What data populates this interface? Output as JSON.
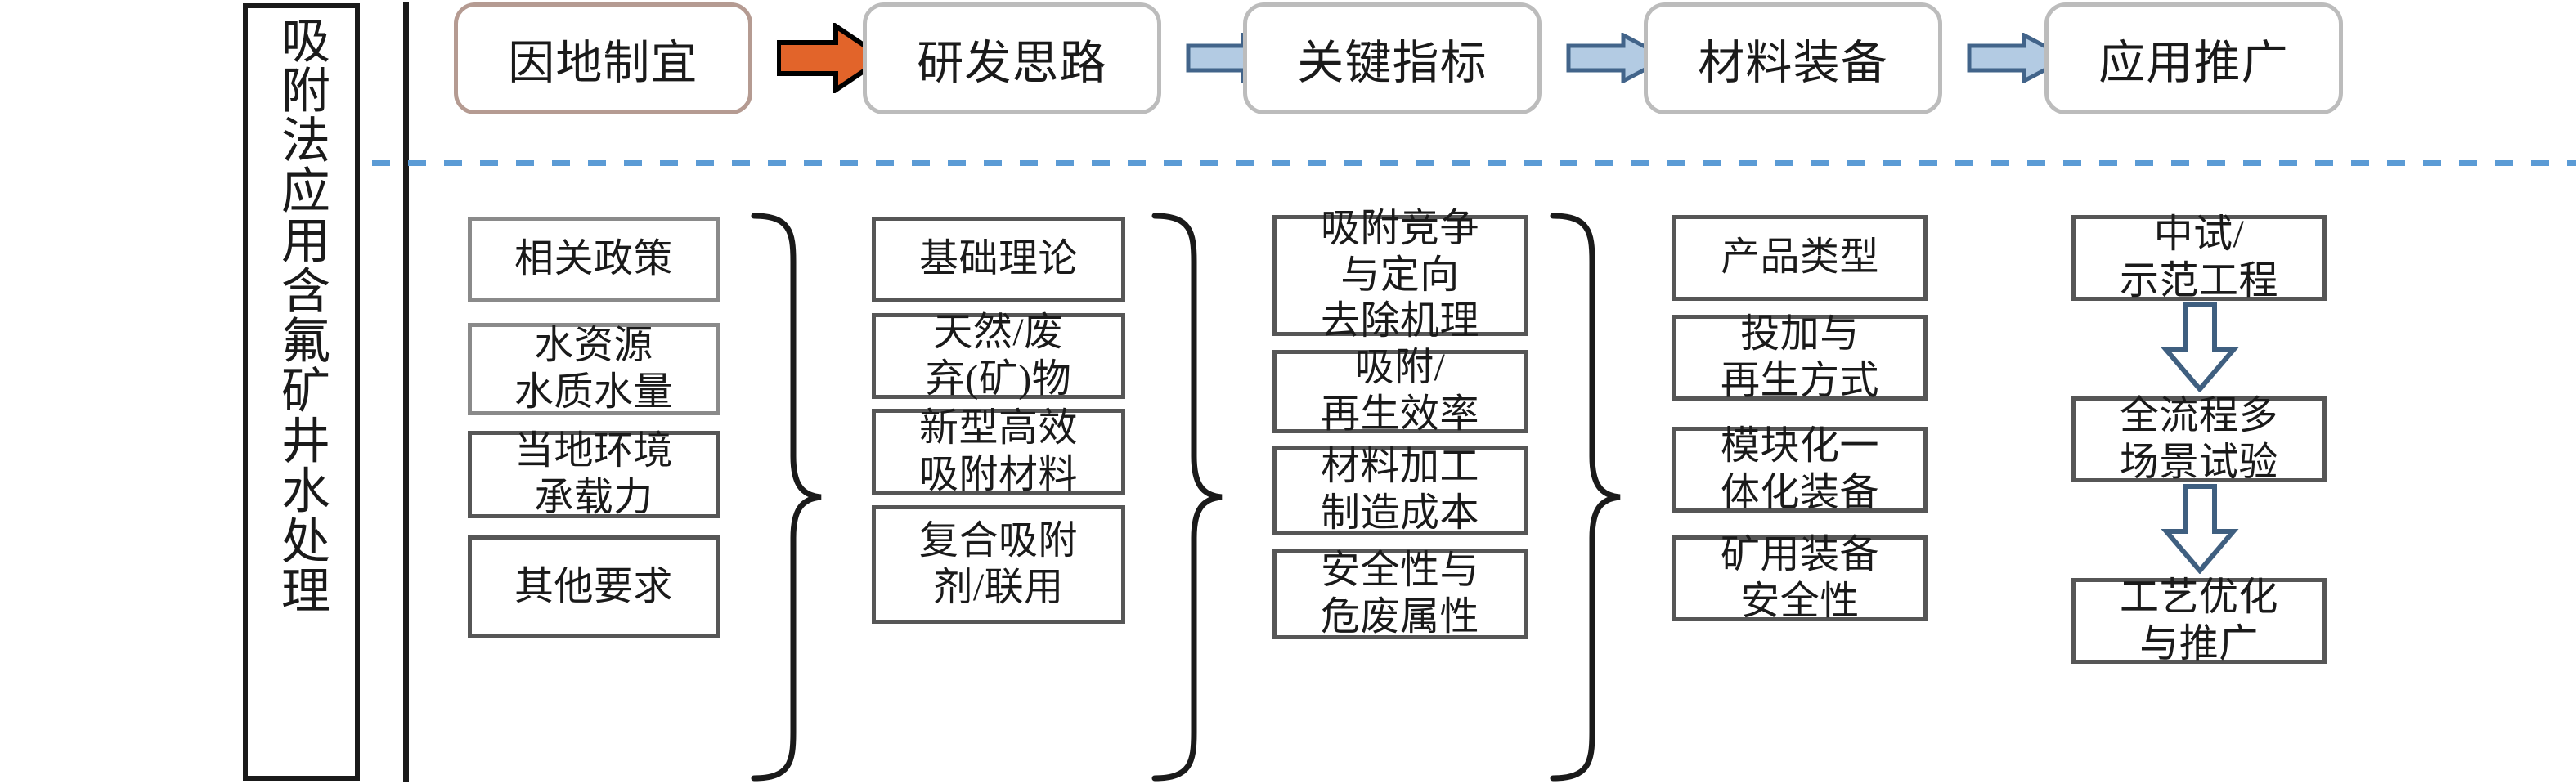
{
  "title_panel": {
    "vertical_text": "吸附法应用含氟矿井水处理"
  },
  "top_flow": {
    "steps": [
      {
        "label": "因地制宜",
        "accent": "#b59b92"
      },
      {
        "label": "研发思路",
        "accent": "#bcbcbc"
      },
      {
        "label": "关键指标",
        "accent": "#bcbcbc"
      },
      {
        "label": "材料装备",
        "accent": "#bcbcbc"
      },
      {
        "label": "应用推广",
        "accent": "#bcbcbc"
      }
    ],
    "connectors": [
      {
        "name": "arrow-orange",
        "fill": "#e2642a",
        "stroke": "#000000"
      },
      {
        "name": "arrow-blue",
        "fill": "#b3cbe3",
        "stroke": "#42648a"
      },
      {
        "name": "arrow-blue",
        "fill": "#b3cbe3",
        "stroke": "#42648a"
      },
      {
        "name": "arrow-blue",
        "fill": "#b3cbe3",
        "stroke": "#42648a"
      }
    ]
  },
  "divider": {
    "color": "#5b9bd5",
    "style": "dotted"
  },
  "columns": [
    {
      "key": "col1",
      "items": [
        {
          "lines": [
            "相关政策"
          ]
        },
        {
          "lines": [
            "水资源",
            "水质水量"
          ]
        },
        {
          "lines": [
            "当地环境",
            "承载力"
          ]
        },
        {
          "lines": [
            "其他要求"
          ]
        }
      ]
    },
    {
      "key": "col2",
      "items": [
        {
          "lines": [
            "基础理论"
          ]
        },
        {
          "lines": [
            "天然/废",
            "弃(矿)物"
          ]
        },
        {
          "lines": [
            "新型高效",
            "吸附材料"
          ]
        },
        {
          "lines": [
            "复合吸附",
            "剂/联用"
          ]
        }
      ]
    },
    {
      "key": "col3",
      "items": [
        {
          "lines": [
            "吸附竞争",
            "与定向",
            "去除机理"
          ]
        },
        {
          "lines": [
            "吸附/",
            "再生效率"
          ]
        },
        {
          "lines": [
            "材料加工",
            "制造成本"
          ]
        },
        {
          "lines": [
            "安全性与",
            "危废属性"
          ]
        }
      ]
    },
    {
      "key": "col4",
      "items": [
        {
          "lines": [
            "产品类型"
          ]
        },
        {
          "lines": [
            "投加与",
            "再生方式"
          ]
        },
        {
          "lines": [
            "模块化一",
            "体化装备"
          ]
        },
        {
          "lines": [
            "矿用装备",
            "安全性"
          ]
        }
      ]
    },
    {
      "key": "col5",
      "items": [
        {
          "lines": [
            "中试/",
            "示范工程"
          ]
        },
        {
          "lines": [
            "全流程多",
            "场景试验"
          ]
        },
        {
          "lines": [
            "工艺优化",
            "与推广"
          ]
        }
      ]
    }
  ],
  "braces": [
    {
      "name": "brace-col1-col2",
      "color": "#1a1a1a"
    },
    {
      "name": "brace-col2-col3",
      "color": "#1a1a1a"
    },
    {
      "name": "brace-col3-col4",
      "color": "#1a1a1a"
    }
  ],
  "vertical_arrows": [
    {
      "name": "down-arrow-1",
      "fill": "#ffffff",
      "stroke": "#3f5f80"
    },
    {
      "name": "down-arrow-2",
      "fill": "#ffffff",
      "stroke": "#3f5f80"
    }
  ]
}
